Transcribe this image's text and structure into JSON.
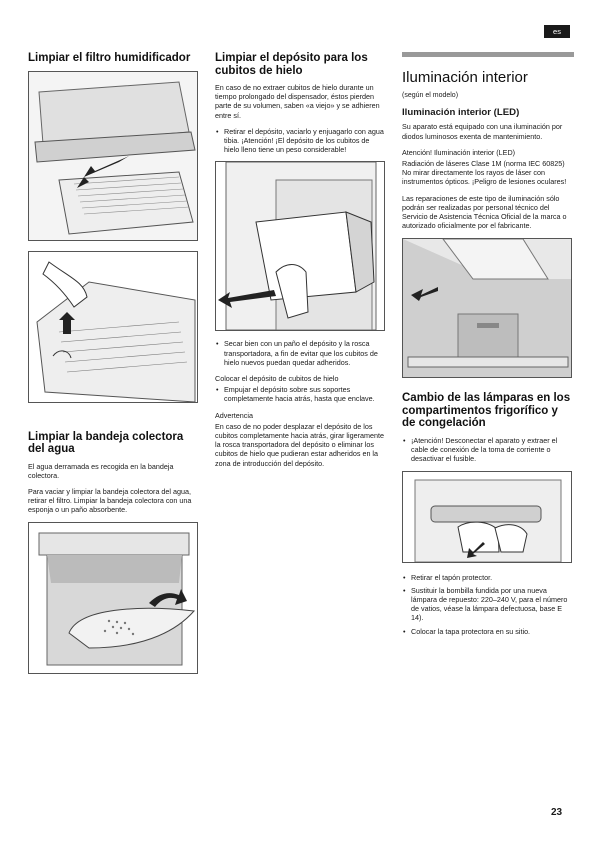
{
  "lang_tag": "es",
  "col1": {
    "h_filter": "Limpiar el filtro humidificador",
    "h_tray": "Limpiar la bandeja colectora del agua",
    "p1": "El agua derramada es recogida en la bandeja colectora.",
    "p2": "Para vaciar y limpiar la bandeja colectora del agua, retirar el filtro. Limpiar la bandeja colectora con una esponja o un paño absorbente."
  },
  "col2": {
    "h_ice": "Limpiar el depósito para los cubitos de hielo",
    "p1": "En caso de no extraer cubitos de hielo durante un tiempo prolongado del dispensador, éstos pierden parte de su volumen, saben «a viejo» y se adhieren entre sí.",
    "b1": "Retirar el depósito, vaciarlo y enjuagarlo con agua tibia. ¡Atención! ¡El depósito de los cubitos de hielo lleno tiene un peso considerable!",
    "b2": "Secar bien con un paño el depósito y la rosca transportadora, a fin de evitar que los cubitos de hielo nuevos puedan quedar adheridos.",
    "label_place": "Colocar el depósito de cubitos de hielo",
    "b3": "Empujar el depósito sobre sus soportes completamente hacia atrás, hasta que enclave.",
    "label_warn": "Advertencia",
    "p_warn": "En caso de no poder desplazar el depósito de los cubitos completamente hacia atrás, girar ligeramente la rosca transportadora del depósito o eliminar los cubitos de hielo que pudieran estar adheridos en la zona de introducción del depósito."
  },
  "col3": {
    "h_light": "Iluminación interior",
    "sub": "(según el modelo)",
    "h_led": "Iluminación interior (LED)",
    "p1": "Su aparato está equipado con una iluminación por diodos luminosos exenta de mantenimiento.",
    "label_led": "Atención! Iluminación interior (LED)",
    "p2": "Radiación de láseres Clase 1M (norma IEC 60825) No mirar directamente los rayos de láser con instrumentos ópticos. ¡Peligro de lesiones oculares!",
    "p3": "Las reparaciones de este tipo de iluminación sólo podrán ser realizadas por personal técnico del Servicio de Asistencia Técnica Oficial de la marca o autorizado oficialmente por el fabricante.",
    "h_lamps": "Cambio de las lámparas en los compartimentos frigorífico y de congelación",
    "b1": "¡Atención! Desconectar el aparato y extraer el cable de conexión de la toma de corriente o desactivar el fusible.",
    "b2": "Retirar el tapón protector.",
    "b3": "Sustituir la bombilla fundida por una nueva lámpara de repuesto: 220–240 V, para el número de vatios, véase la lámpara defectuosa, base E 14).",
    "b4": "Colocar la tapa protectora en su sitio."
  },
  "page_number": "23"
}
